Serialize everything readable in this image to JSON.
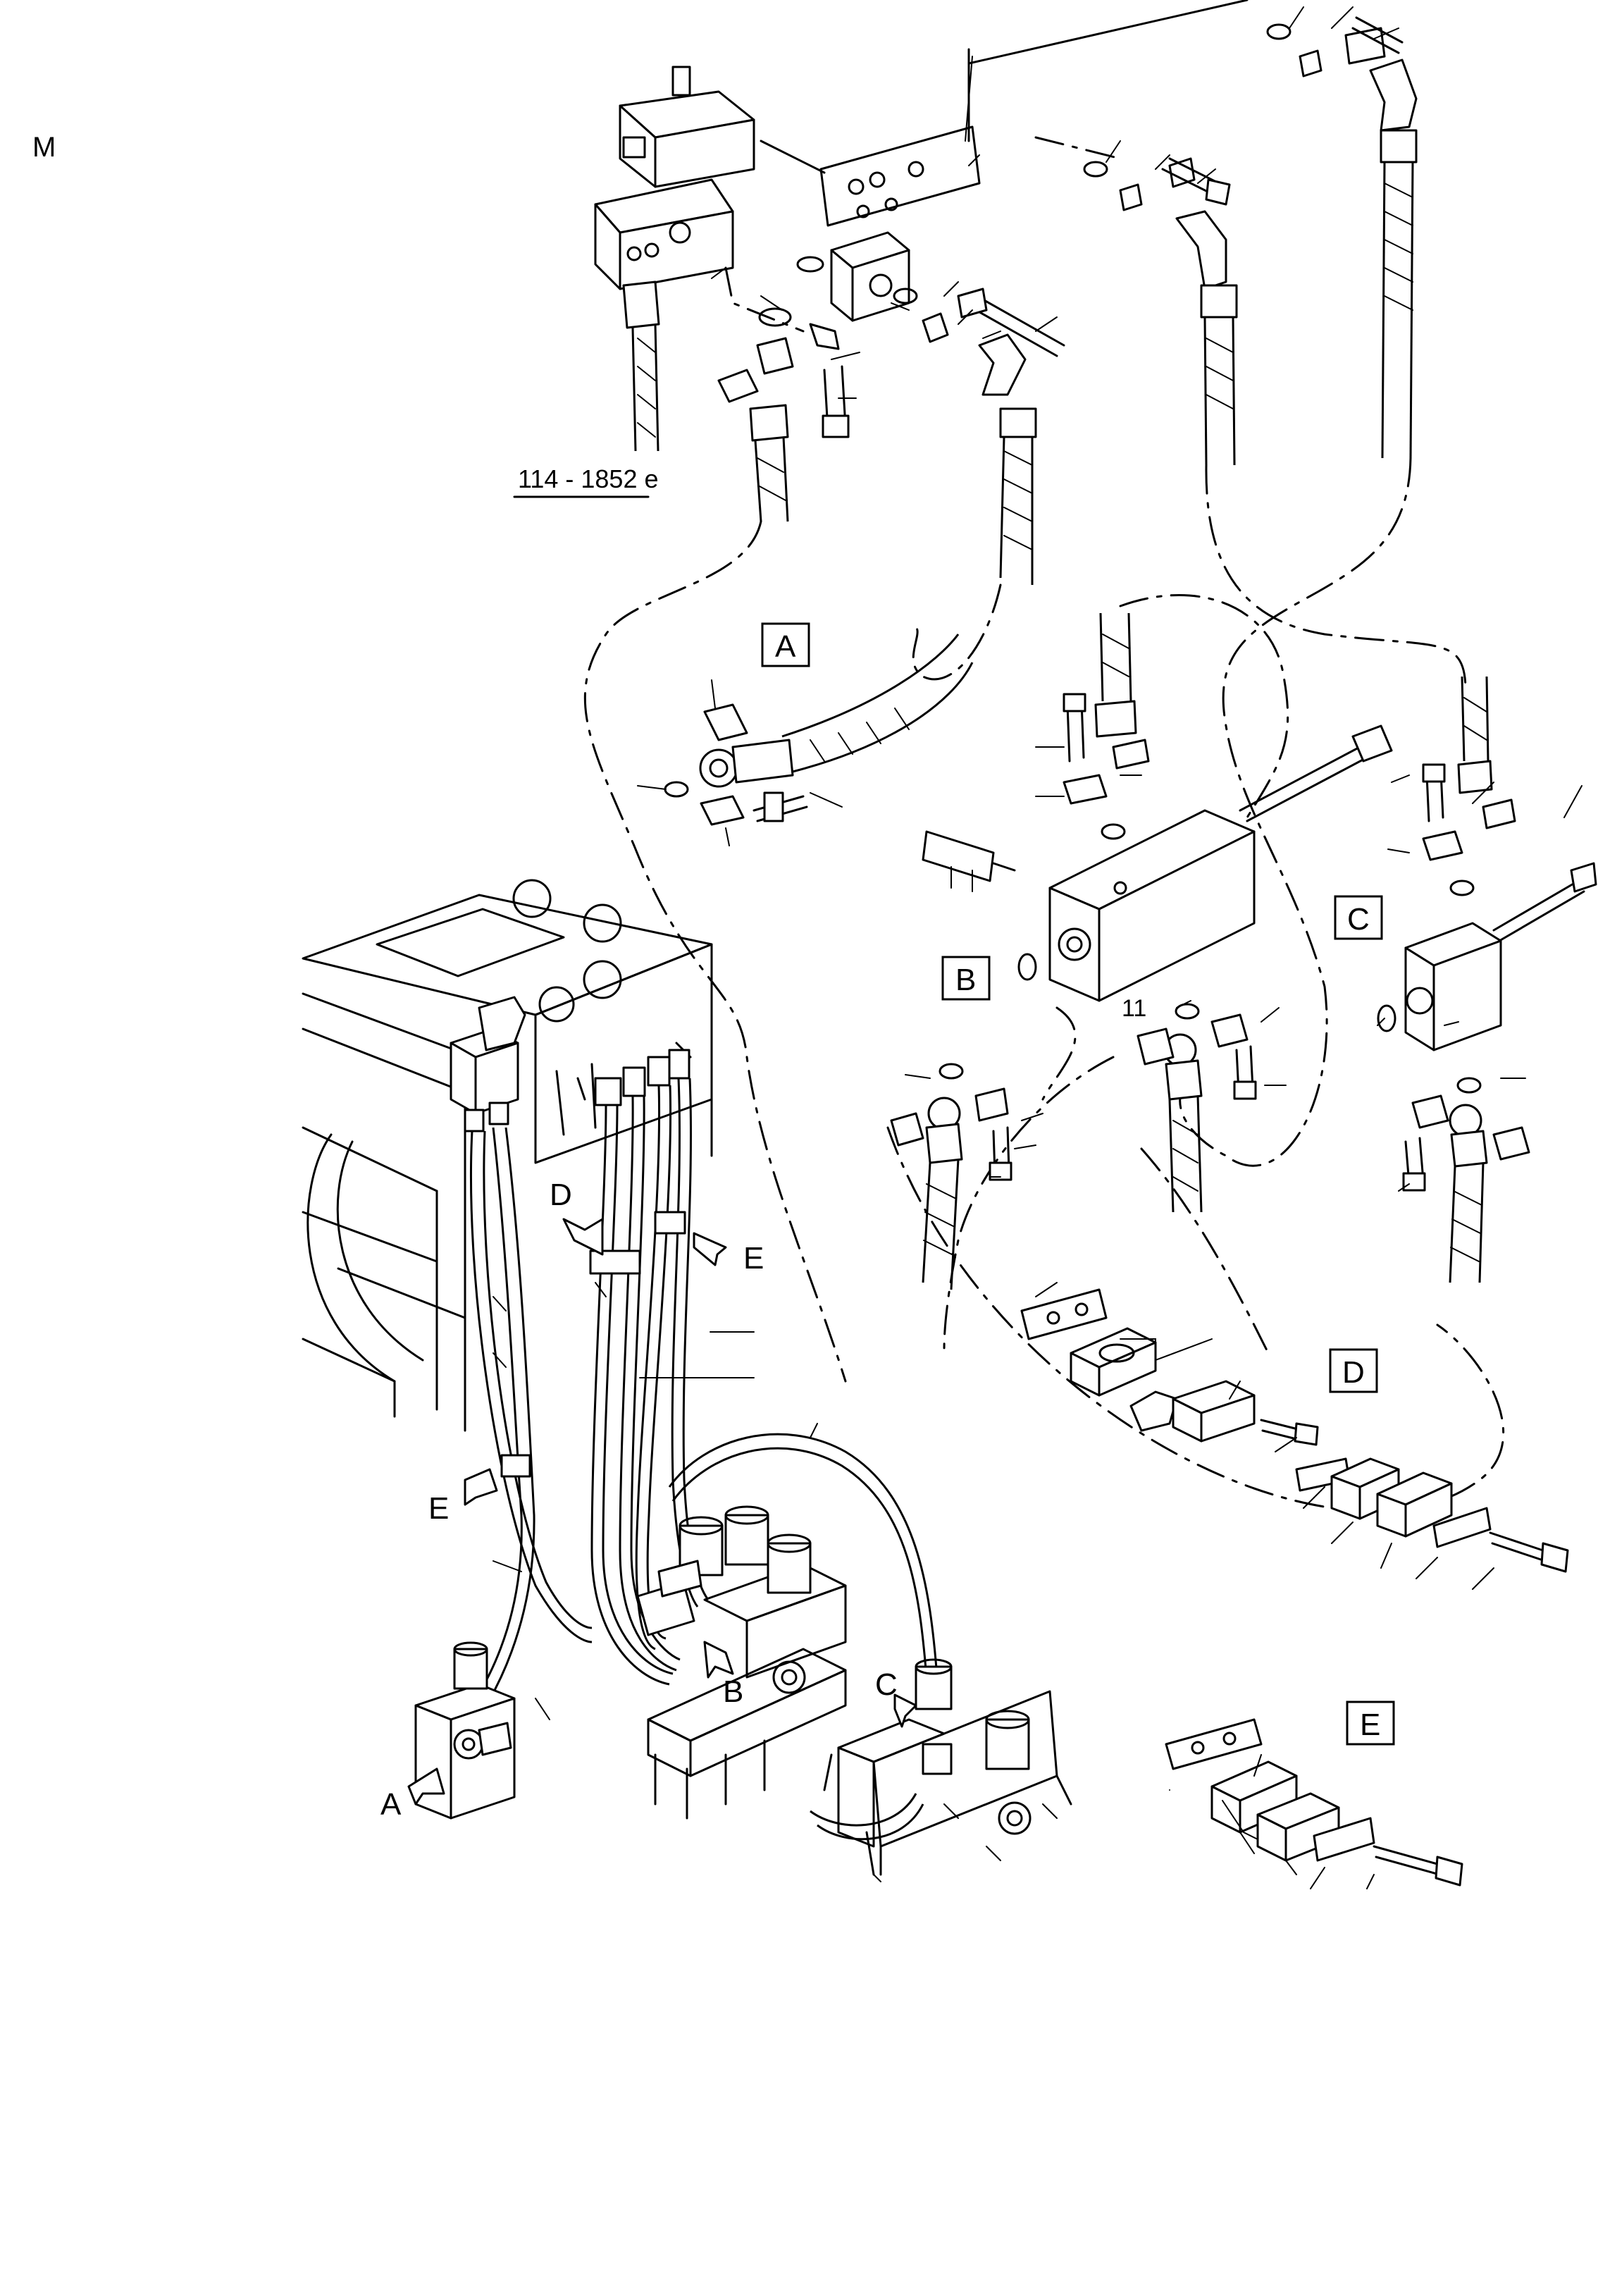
{
  "sheet_letter": "M",
  "drawing_ref": "114 - 1852 e",
  "detail_boxes": [
    {
      "id": "A",
      "label": "A"
    },
    {
      "id": "B",
      "label": "B"
    },
    {
      "id": "C",
      "label": "C"
    },
    {
      "id": "D",
      "label": "D"
    },
    {
      "id": "E",
      "label": "E"
    }
  ],
  "arrow_labels": {
    "A": "A",
    "B": "B",
    "C": "C",
    "D": "D",
    "E_upper": "E",
    "E_lower": "E"
  },
  "item_number": "11"
}
